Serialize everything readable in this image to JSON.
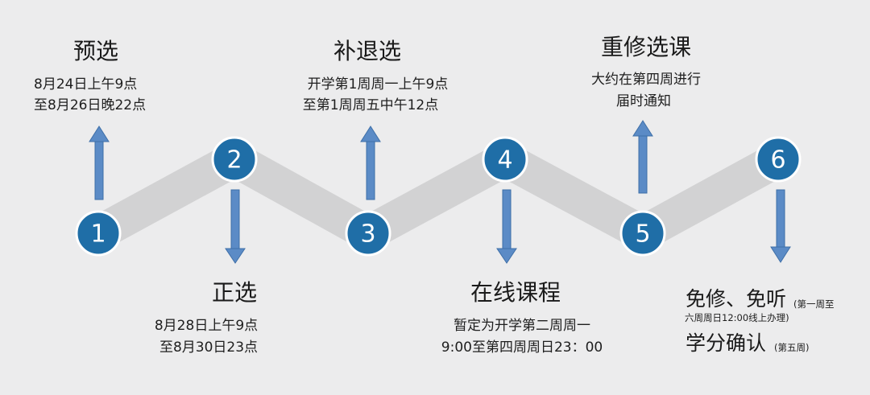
{
  "steps": [
    {
      "num": "1",
      "title": "预选",
      "line1": "8月24日上午9点",
      "line2": "至8月26日晚22点"
    },
    {
      "num": "2",
      "title": "正选",
      "line1": "8月28日上午9点",
      "line2": "至8月30日23点"
    },
    {
      "num": "3",
      "title": "补退选",
      "line1": "开学第1周周一上午9点",
      "line2": "至第1周周五中午12点"
    },
    {
      "num": "4",
      "title": "在线课程",
      "line1": "暂定为开学第二周周一",
      "line2": "9:00至第四周周日23：00"
    },
    {
      "num": "5",
      "title": "重修选课",
      "line1": "大约在第四周进行",
      "line2": "届时通知"
    },
    {
      "num": "6",
      "title_a": "免修、免听",
      "note_a1": "(第一周至",
      "note_a2": "六周周日12:00线上办理)",
      "title_b": "学分确认",
      "note_b": "(第五周)"
    }
  ],
  "colors": {
    "background": "#ececed",
    "band": "#d2d2d3",
    "node": "#1f6ea7",
    "node_stroke": "#ffffff",
    "arrow": "#5b8bc6",
    "arrow_stroke": "#3e6fa8"
  }
}
